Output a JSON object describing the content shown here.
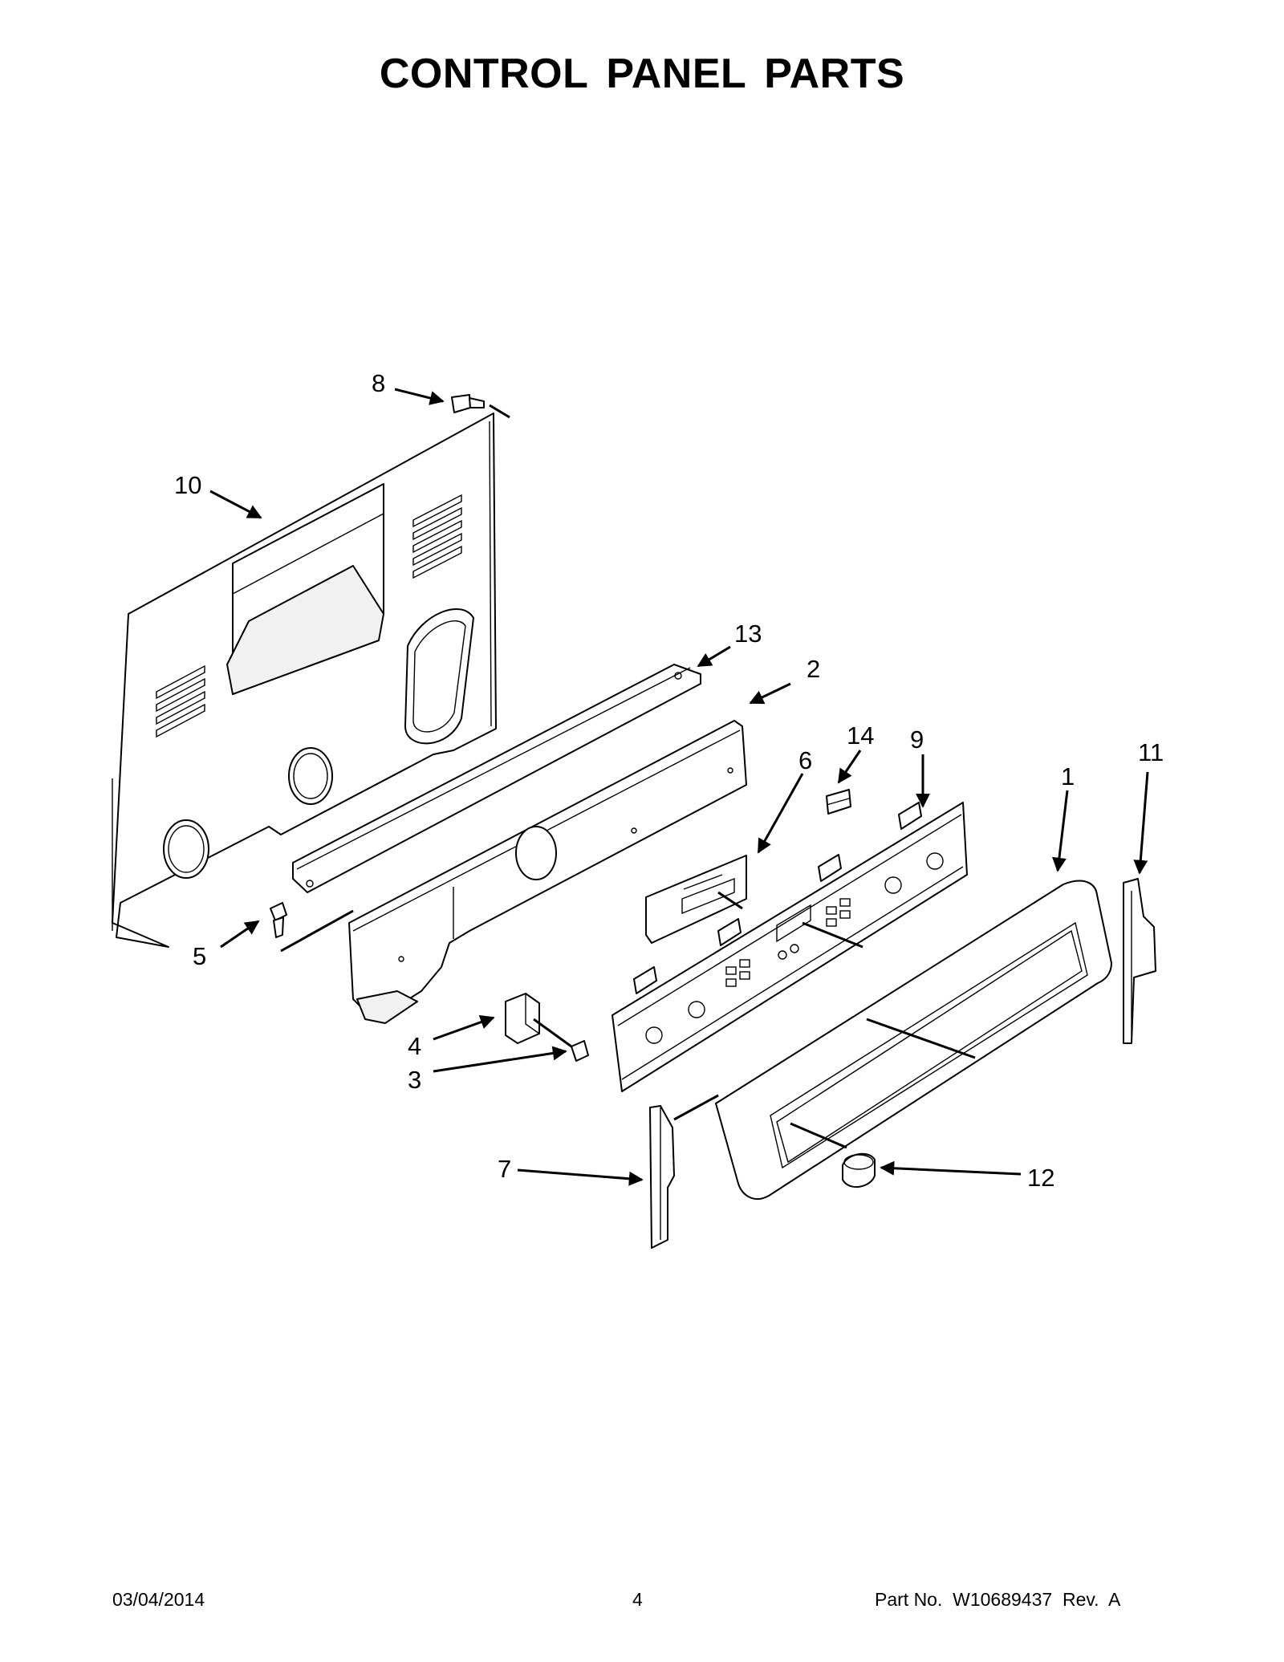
{
  "title": "CONTROL PANEL PARTS",
  "callouts": [
    {
      "id": "1",
      "label": "1"
    },
    {
      "id": "2",
      "label": "2"
    },
    {
      "id": "3",
      "label": "3"
    },
    {
      "id": "4",
      "label": "4"
    },
    {
      "id": "5",
      "label": "5"
    },
    {
      "id": "6",
      "label": "6"
    },
    {
      "id": "7",
      "label": "7"
    },
    {
      "id": "8",
      "label": "8"
    },
    {
      "id": "9",
      "label": "9"
    },
    {
      "id": "10",
      "label": "10"
    },
    {
      "id": "11",
      "label": "11"
    },
    {
      "id": "12",
      "label": "12"
    },
    {
      "id": "13",
      "label": "13"
    },
    {
      "id": "14",
      "label": "14"
    }
  ],
  "footer": {
    "date": "03/04/2014",
    "page": "4",
    "part_no": "Part No.  W10689437  Rev.  A"
  }
}
